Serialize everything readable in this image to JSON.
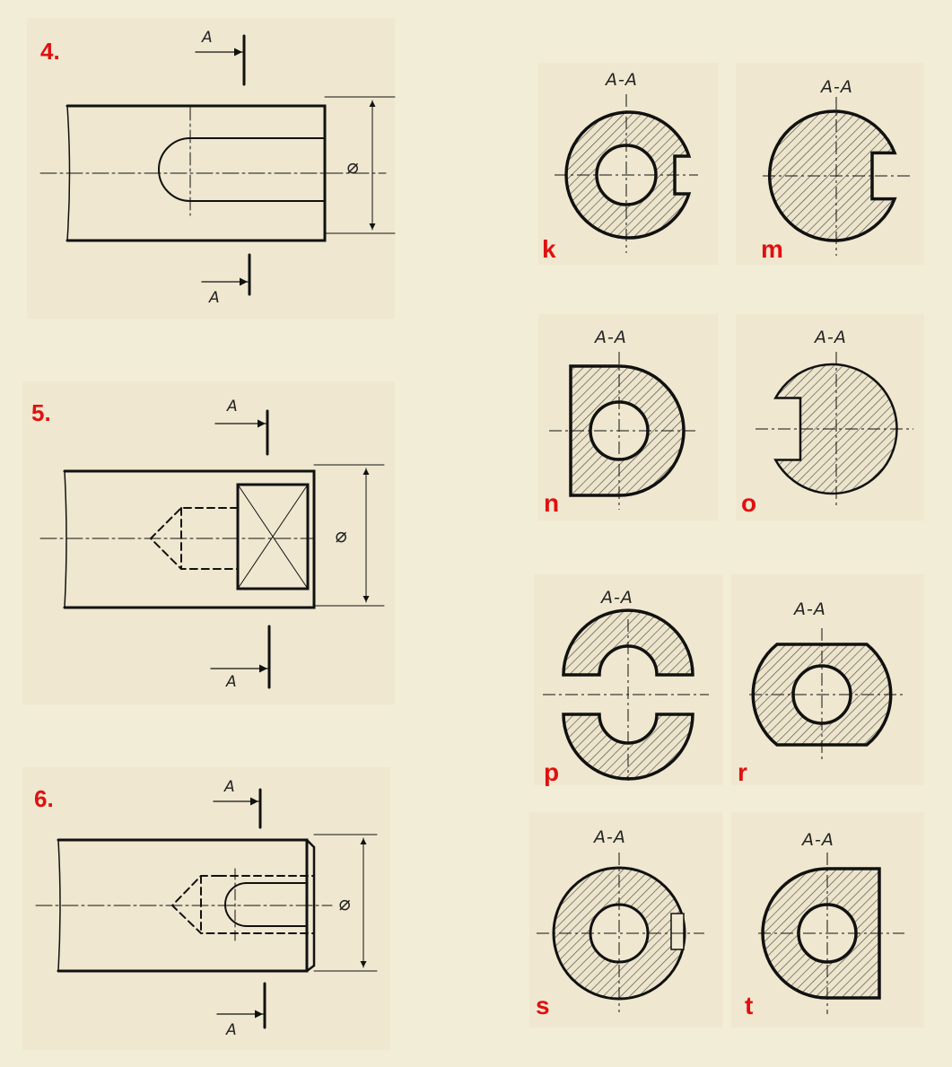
{
  "problems": [
    {
      "id": "4",
      "label": "4."
    },
    {
      "id": "5",
      "label": "5."
    },
    {
      "id": "6",
      "label": "6."
    }
  ],
  "section_mark": "A",
  "diameter_symbol": "⌀",
  "sections": [
    {
      "id": "k",
      "letter": "k",
      "title": "A-A"
    },
    {
      "id": "m",
      "letter": "m",
      "title": "A-A"
    },
    {
      "id": "n",
      "letter": "n",
      "title": "A-A"
    },
    {
      "id": "o",
      "letter": "o",
      "title": "A-A"
    },
    {
      "id": "p",
      "letter": "p",
      "title": "A-A"
    },
    {
      "id": "r",
      "letter": "r",
      "title": "A-A"
    },
    {
      "id": "s",
      "letter": "s",
      "title": "A-A"
    },
    {
      "id": "t",
      "letter": "t",
      "title": "A-A"
    }
  ],
  "colors": {
    "background": "#f2edd6",
    "panel": "#efe7cf",
    "label": "#e01010",
    "ink": "#111111"
  }
}
